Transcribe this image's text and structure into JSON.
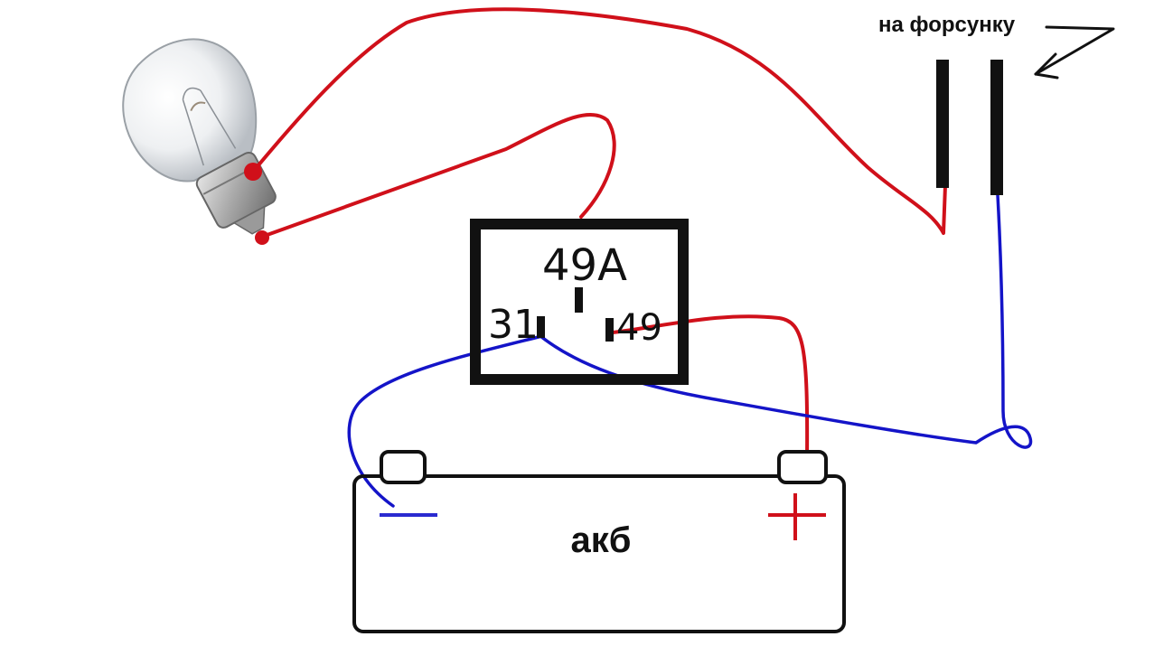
{
  "labels": {
    "injector": "на форсунку",
    "battery": "акб",
    "minus": "−",
    "plus": "+",
    "relay_top": "49A",
    "relay_left": "31",
    "relay_right": "49"
  },
  "icons": {
    "lamp": "incandescent-bulb-icon",
    "arrow": "hand-drawn-arrow-icon"
  },
  "colors": {
    "positive_wire": "#d0101a",
    "negative_wire": "#1414c8",
    "outline": "#111111",
    "minus_sign": "#2a2ad0",
    "plus_sign": "#d0101a"
  }
}
